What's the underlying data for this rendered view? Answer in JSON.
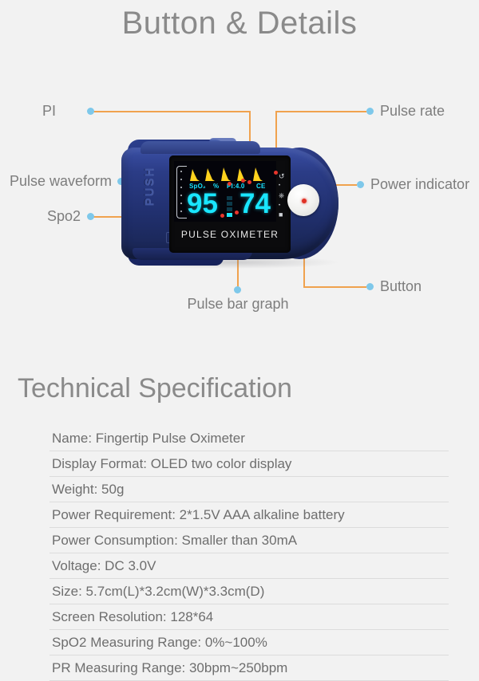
{
  "page": {
    "title": "Button & Details",
    "section_title": "Technical Specification",
    "background_color": "#f2f2f2",
    "text_color": "#808080"
  },
  "colors": {
    "callout_dot": "#7ec8ea",
    "leader_line": "#f0a24e",
    "marker_red": "#e8352b",
    "oled_cyan": "#19e6ff",
    "oled_yellow": "#ffd21e",
    "device_blue": "#2b3c86"
  },
  "callouts": [
    {
      "id": "pi",
      "label": "PI"
    },
    {
      "id": "pulse-waveform",
      "label": "Pulse waveform"
    },
    {
      "id": "spo2",
      "label": "Spo2"
    },
    {
      "id": "pulse-rate",
      "label": "Pulse rate"
    },
    {
      "id": "power-indicator",
      "label": "Power indicator"
    },
    {
      "id": "button",
      "label": "Button"
    },
    {
      "id": "pulse-bar-graph",
      "label": "Pulse bar graph"
    }
  ],
  "device": {
    "side_text": "PUSH",
    "brand_text": "PULSE OXIMETER",
    "screen": {
      "label_spo2": "SpO₂",
      "label_percent": "%",
      "label_pi": "PI:4.0",
      "label_ce": "CE",
      "spo2_value": "95",
      "pulse_rate_value": "74"
    },
    "screen_icons": [
      "refresh-icon",
      "power-icon",
      "battery-icon"
    ]
  },
  "specs": [
    "Name: Fingertip Pulse Oximeter",
    "Display Format: OLED two color display",
    "Weight: 50g",
    "Power Requirement: 2*1.5V AAA alkaline battery",
    "Power Consumption: Smaller than 30mA",
    "Voltage: DC 3.0V",
    "Size: 5.7cm(L)*3.2cm(W)*3.3cm(D)",
    "Screen Resolution: 128*64",
    "SpO2 Measuring Range: 0%~100%",
    "PR Measuring Range: 30bpm~250bpm"
  ]
}
